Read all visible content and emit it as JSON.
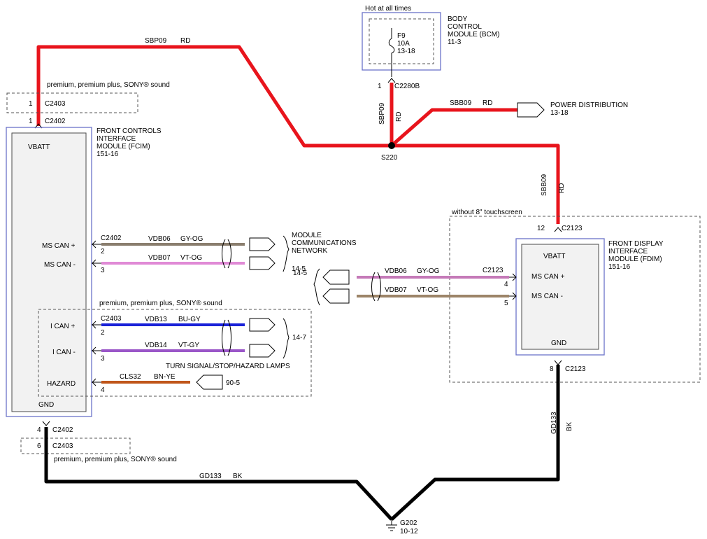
{
  "top": {
    "hot_label": "Hot at all times",
    "fuse": "F9",
    "fuse_amps": "10A",
    "fuse_ref": "13-18",
    "bcm_name": [
      "BODY",
      "CONTROL",
      "MODULE (BCM)"
    ],
    "bcm_ref": "11-3",
    "bcm_pin": "1",
    "bcm_conn": "C2280B"
  },
  "wires": {
    "sbp09_a": "SBP09",
    "rd_a": "RD",
    "sbp09_v": "SBP09",
    "rd_v": "RD",
    "sbb09_a": "SBB09",
    "rd_b": "RD",
    "sbb09_v": "SBB09",
    "rd_c": "RD",
    "splice": "S220",
    "gd133_h": "GD133",
    "bk_h": "BK",
    "gd133_v": "GD133",
    "bk_v": "BK"
  },
  "power_dist": {
    "label": "POWER DISTRIBUTION",
    "ref": "13-18"
  },
  "fcim": {
    "name": [
      "FRONT CONTROLS",
      "INTERFACE",
      "MODULE (FCIM)"
    ],
    "ref": "151-16",
    "vbatt": "VBATT",
    "ms_can_plus": "MS CAN +",
    "ms_can_minus": "MS CAN -",
    "i_can_plus": "I CAN +",
    "i_can_minus": "I CAN -",
    "hazard": "HAZARD",
    "gnd": "GND",
    "opt_top": "premium, premium plus, SONY® sound",
    "top_c2403_pin": "1",
    "top_c2403": "C2403",
    "top_c2402_pin": "1",
    "top_c2402": "C2402",
    "bot_c2402_pin": "4",
    "bot_c2402": "C2402",
    "bot_c2403_pin": "6",
    "bot_c2403": "C2403",
    "opt_bottom": "premium, premium plus, SONY® sound"
  },
  "ms_bus": {
    "conn": "C2402",
    "pin_plus": "2",
    "pin_minus": "3",
    "w1": "VDB06",
    "c1": "GY-OG",
    "w2": "VDB07",
    "c2": "VT-OG",
    "network": [
      "MODULE",
      "COMMUNICATIONS",
      "NETWORK"
    ],
    "ref": "14-5"
  },
  "i_bus": {
    "option": "premium, premium plus, SONY® sound",
    "conn": "C2403",
    "pin_plus": "2",
    "pin_minus": "3",
    "w1": "VDB13",
    "c1": "BU-GY",
    "w2": "VDB14",
    "c2": "VT-GY",
    "ref": "14-7",
    "pin_hazard": "4",
    "w3": "CLS32",
    "c3": "BN-YE",
    "turn_label": "TURN SIGNAL/STOP/HAZARD LAMPS",
    "turn_ref": "90-5"
  },
  "fdim": {
    "option": "without 8\" touchscreen",
    "name": [
      "FRONT DISPLAY",
      "INTERFACE",
      "MODULE (FDIM)"
    ],
    "ref": "151-16",
    "vbatt": "VBATT",
    "ms_can_plus": "MS CAN +",
    "ms_can_minus": "MS CAN -",
    "gnd": "GND",
    "top_pin": "12",
    "top_conn": "C2123",
    "conn_mid": "C2123",
    "pin_plus": "4",
    "pin_minus": "5",
    "w1": "VDB06",
    "c1": "GY-OG",
    "w2": "VDB07",
    "c2": "VT-OG",
    "bus_ref": "14-5",
    "bot_pin": "8",
    "bot_conn": "C2123"
  },
  "ground": {
    "label": "G202",
    "ref": "10-12"
  },
  "colors": {
    "rd": "#e8141c",
    "bk": "#000000",
    "gy_og": "#8a7e6e",
    "vt_og": "#e08ad6",
    "bu_gy": "#1a22d8",
    "vt_gy": "#9a56c8",
    "bn_ye": "#c0561a",
    "fdim_gy_og": "#c57ab8",
    "fdim_vt_og": "#9c8468"
  }
}
